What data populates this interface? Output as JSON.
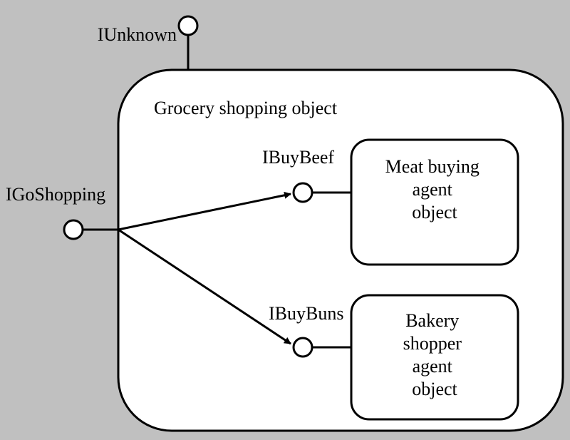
{
  "colors": {
    "background": "#c0c0c0",
    "fill": "#ffffff",
    "stroke": "#000000"
  },
  "outer_object": {
    "label": "Grocery shopping object"
  },
  "interfaces": {
    "iunknown": "IUnknown",
    "igoshopping": "IGoShopping",
    "ibuybeef": "IBuyBeef",
    "ibuybuns": "IBuyBuns"
  },
  "meat_agent": {
    "lines": [
      "Meat buying",
      "agent",
      "object"
    ]
  },
  "bakery_agent": {
    "lines": [
      "Bakery",
      "shopper",
      "agent",
      "object"
    ]
  }
}
